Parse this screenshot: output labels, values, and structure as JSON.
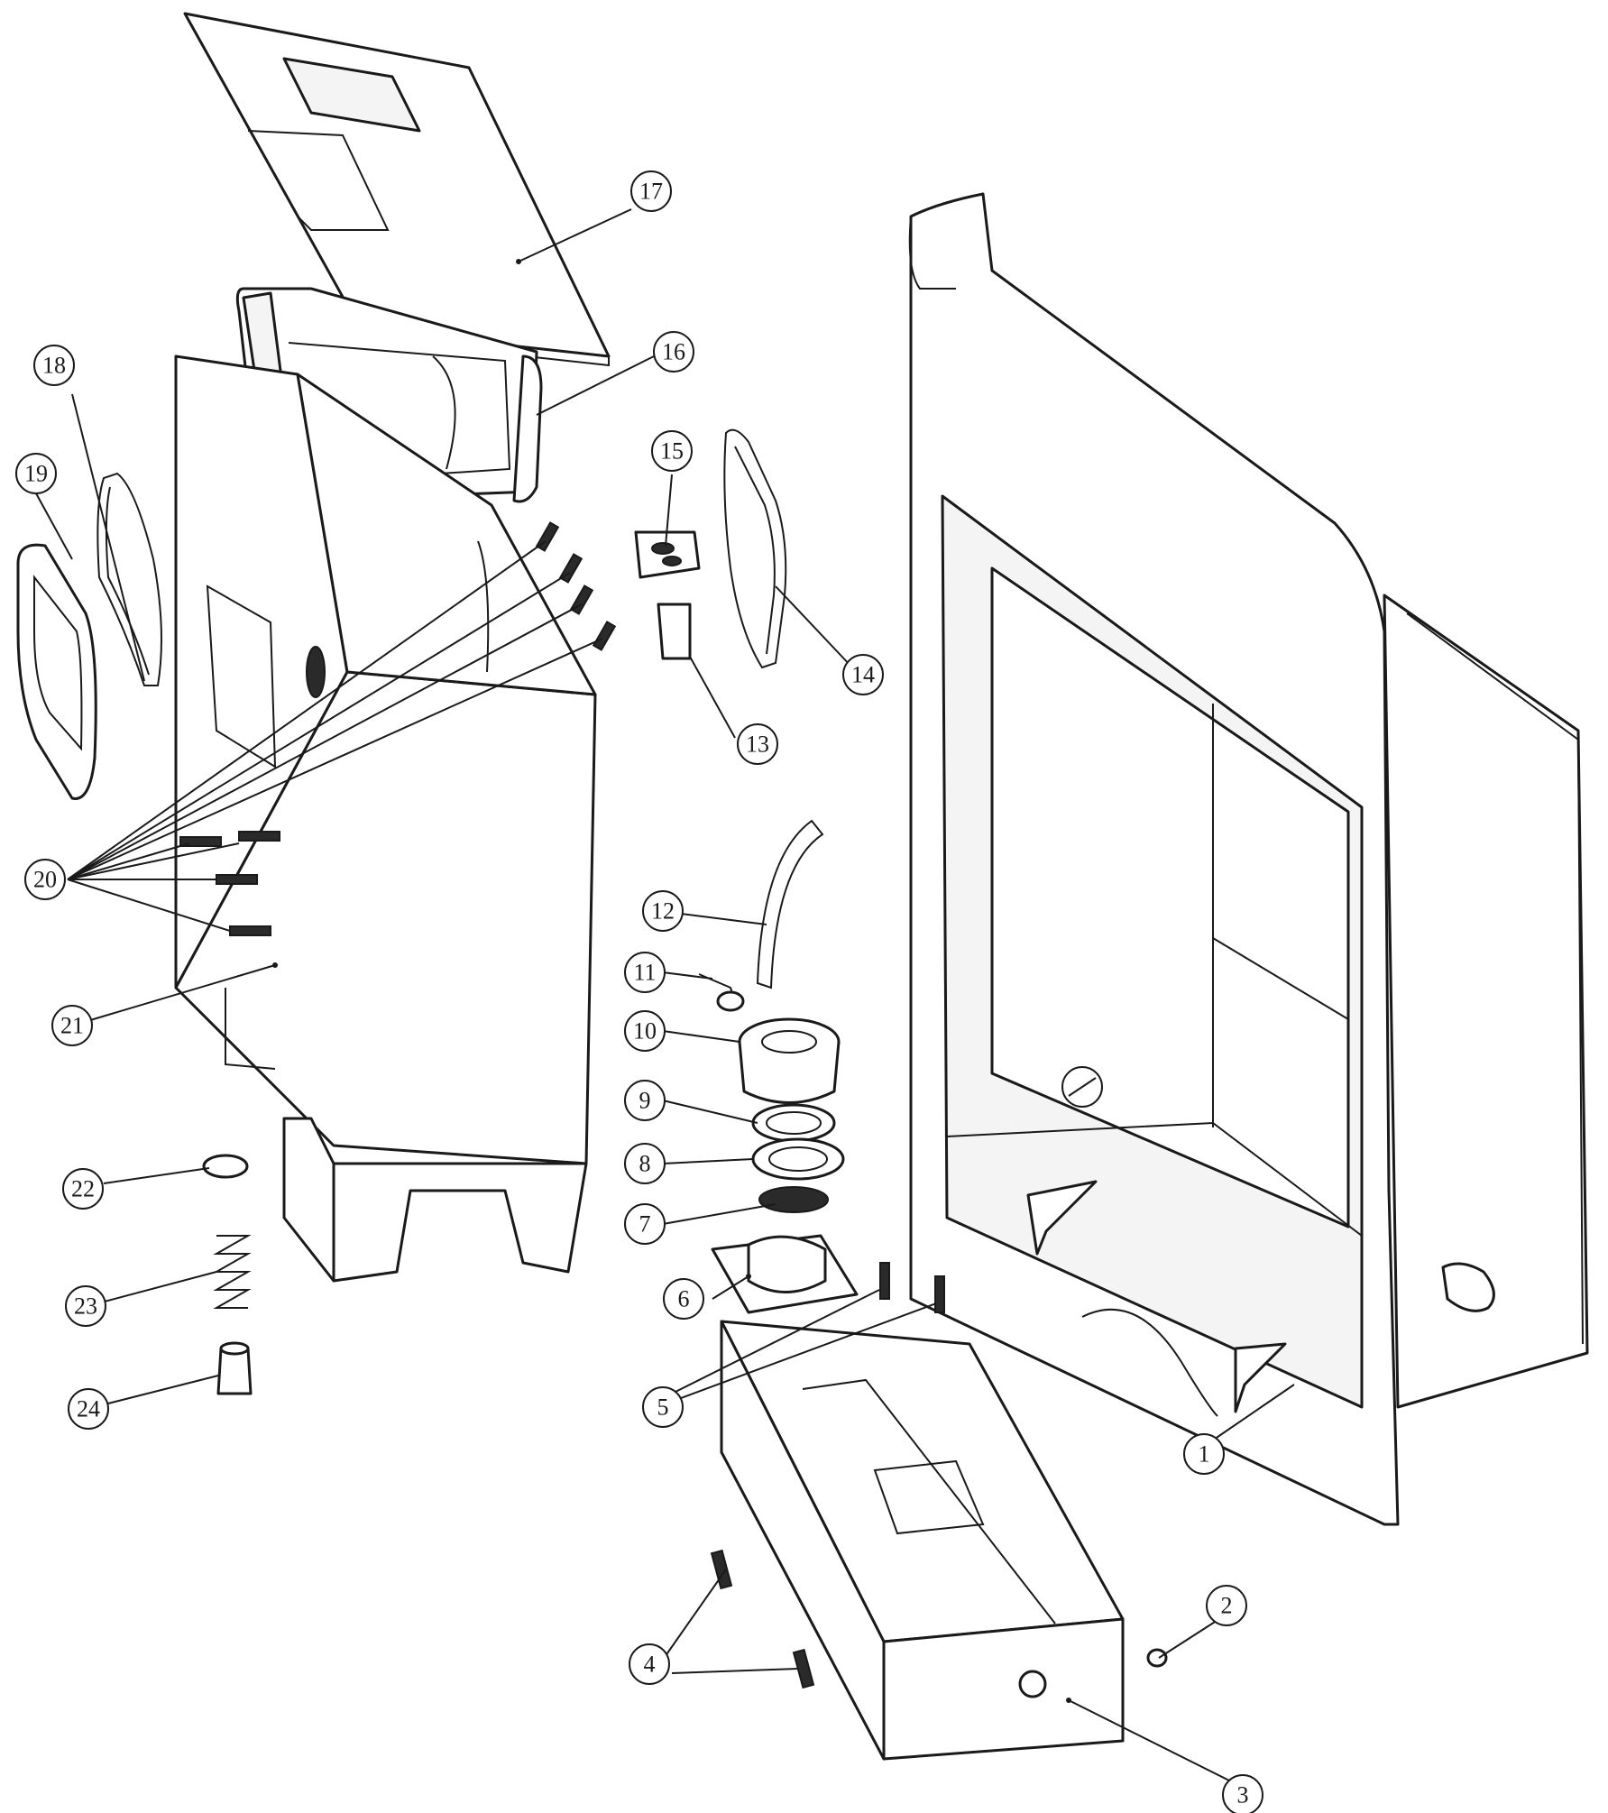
{
  "callouts": [
    {
      "label": "1"
    },
    {
      "label": "2"
    },
    {
      "label": "3"
    },
    {
      "label": "4"
    },
    {
      "label": "5"
    },
    {
      "label": "6"
    },
    {
      "label": "7"
    },
    {
      "label": "8"
    },
    {
      "label": "9"
    },
    {
      "label": "10"
    },
    {
      "label": "11"
    },
    {
      "label": "12"
    },
    {
      "label": "13"
    },
    {
      "label": "14"
    },
    {
      "label": "15"
    },
    {
      "label": "16"
    },
    {
      "label": "17"
    },
    {
      "label": "18"
    },
    {
      "label": "19"
    },
    {
      "label": "20"
    },
    {
      "label": "21"
    },
    {
      "label": "22"
    },
    {
      "label": "23"
    },
    {
      "label": "24"
    }
  ]
}
